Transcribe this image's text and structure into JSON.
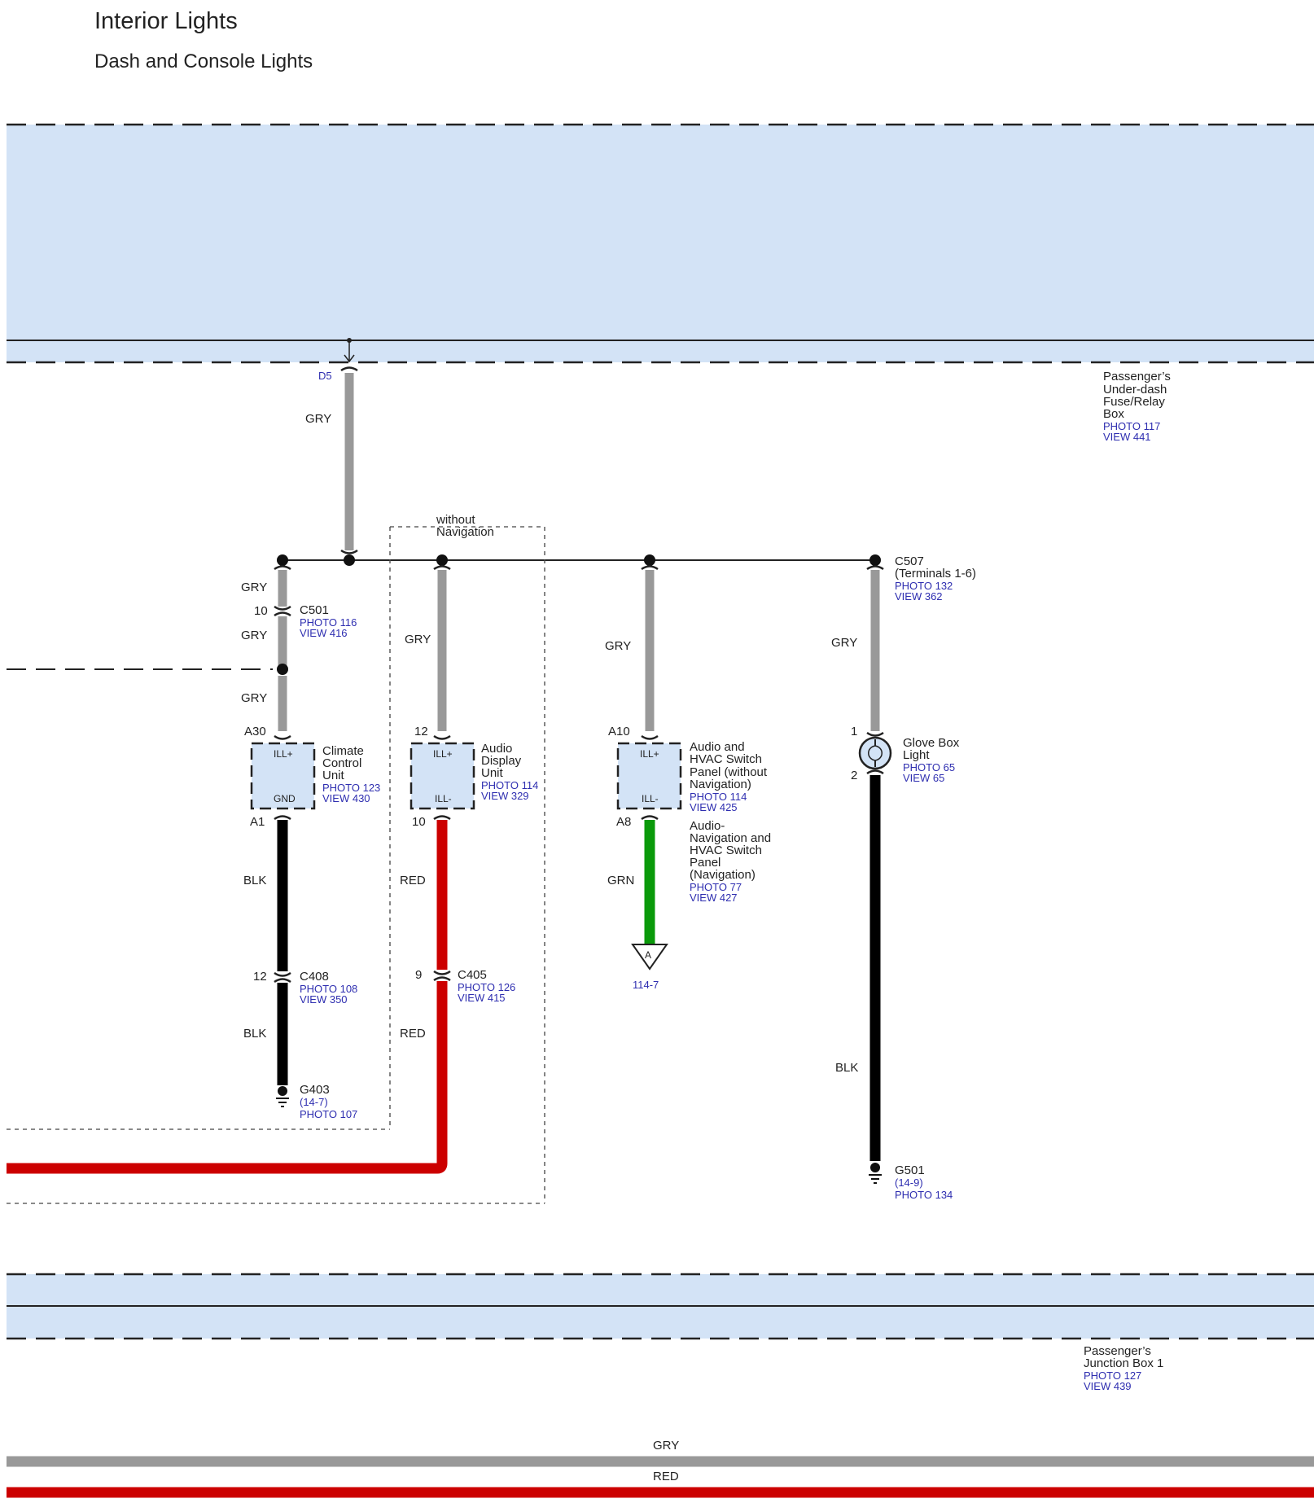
{
  "header": {
    "title": "Interior Lights",
    "subtitle": "Dash and Console Lights"
  },
  "colors": {
    "box_fill": "#d3e3f6",
    "gry": "#999999",
    "blk": "#000000",
    "red": "#cc0000",
    "grn": "#0a9a0a",
    "link": "#2e2eb0"
  },
  "top_box": {
    "name": "Passenger’s",
    "line2": "Under-dash",
    "line3": "Fuse/Relay",
    "line4": "Box",
    "photo": "PHOTO 117",
    "view": "VIEW 441"
  },
  "bottom_box": {
    "name": "Passenger’s",
    "line2": "Junction Box 1",
    "photo": "PHOTO 127",
    "view": "VIEW 439"
  },
  "feed": {
    "terminal": "D5",
    "wire": "GRY"
  },
  "option_box": {
    "line1": "without",
    "line2": "Navigation"
  },
  "climate": {
    "wire_top": "GRY",
    "c501_pin": "10",
    "c501": "C501",
    "c501_photo": "PHOTO 116",
    "c501_view": "VIEW 416",
    "wire_mid": "GRY",
    "wire_low": "GRY",
    "pin_in": "A30",
    "ill": "ILL+",
    "gnd": "GND",
    "name1": "Climate",
    "name2": "Control",
    "name3": "Unit",
    "photo": "PHOTO 123",
    "view": "VIEW 430",
    "pin_out": "A1",
    "wire_out": "BLK",
    "c408_pin": "12",
    "c408": "C408",
    "c408_photo": "PHOTO 108",
    "c408_view": "VIEW 350",
    "wire_out2": "BLK",
    "ground": "G403",
    "ground_ref": "(14-7)",
    "ground_photo": "PHOTO 107"
  },
  "audio_display": {
    "wire_in": "GRY",
    "pin_in": "12",
    "ill_plus": "ILL+",
    "ill_minus": "ILL-",
    "name1": "Audio",
    "name2": "Display",
    "name3": "Unit",
    "photo": "PHOTO 114",
    "view": "VIEW 329",
    "pin_out": "10",
    "wire_out": "RED",
    "c405_pin": "9",
    "c405": "C405",
    "c405_photo": "PHOTO 126",
    "c405_view": "VIEW 415",
    "wire_out2": "RED"
  },
  "hvac_panel": {
    "wire_in": "GRY",
    "pin_in": "A10",
    "ill_plus": "ILL+",
    "ill_minus": "ILL-",
    "name1": "Audio and",
    "name2": "HVAC Switch",
    "name3": "Panel (without",
    "name4": "Navigation)",
    "photo": "PHOTO 114",
    "view": "VIEW 425",
    "alt1": "Audio-",
    "alt2": "Navigation and",
    "alt3": "HVAC Switch",
    "alt4": "Panel",
    "alt5": "(Navigation)",
    "alt_photo": "PHOTO 77",
    "alt_view": "VIEW 427",
    "pin_out": "A8",
    "wire_out": "GRN",
    "link_letter": "A",
    "link_ref": "114-7"
  },
  "glove_box": {
    "c507": "C507",
    "c507_terms": "(Terminals 1-6)",
    "c507_photo": "PHOTO 132",
    "c507_view": "VIEW 362",
    "wire_in": "GRY",
    "pin_in": "1",
    "pin_out": "2",
    "name1": "Glove Box",
    "name2": "Light",
    "photo": "PHOTO 65",
    "view": "VIEW 65",
    "wire_out": "BLK",
    "ground": "G501",
    "ground_ref": "(14-9)",
    "ground_photo": "PHOTO 134"
  },
  "bottom_wires": {
    "gry": "GRY",
    "red": "RED"
  }
}
